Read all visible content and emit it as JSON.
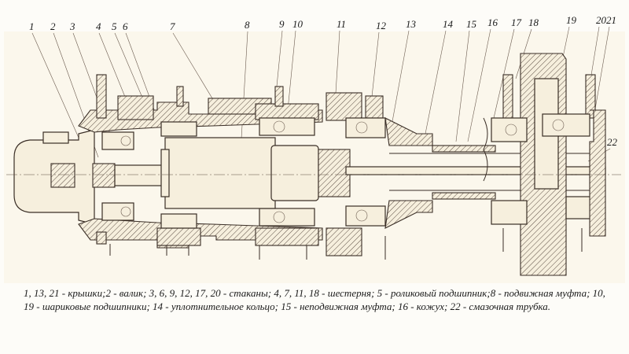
{
  "figure": {
    "type": "technical-drawing",
    "subject": "shaft assembly cross-section",
    "part_labels": [
      "1",
      "2",
      "3",
      "4",
      "5",
      "6",
      "7",
      "8",
      "9",
      "10",
      "11",
      "12",
      "13",
      "14",
      "15",
      "16",
      "17",
      "18",
      "19",
      "20",
      "21",
      "22"
    ],
    "caption": "1, 13, 21 - крышки;2 - валик; 3, 6, 9, 12, 17, 20 - стаканы; 4, 7, 11, 18 - шестерня; 5 - роликовый подшипник;8 - подвижная муфта; 10, 19 - шариковые подшипники; 14 - уплотнительное кольцо; 15 - неподвижная муфта; 16 - кожух; 22 - смазочная трубка.",
    "colors": {
      "paper": "#f6efdd",
      "ink": "#3a2e26",
      "background": "#fdfcf8",
      "text": "#1a1a1a"
    }
  }
}
